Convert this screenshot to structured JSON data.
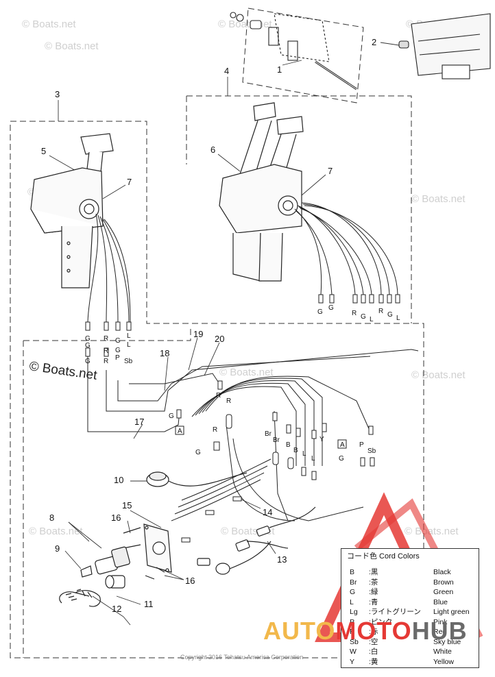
{
  "watermark": "© Boats.net",
  "watermark_main": "© Boats.net",
  "copyright": "Copyright 2016 Tohatsu America Corporation",
  "callouts": {
    "p1": "1",
    "p2": "2",
    "p3": "3",
    "p4": "4",
    "p5": "5",
    "p6": "6",
    "p7a": "7",
    "p7b": "7",
    "p8": "8",
    "p9": "9",
    "p10": "10",
    "p11": "11",
    "p12": "12",
    "p13": "13",
    "p14": "14",
    "p15": "15",
    "p16a": "16",
    "p16b": "16",
    "p17": "17",
    "p18": "18",
    "p19": "19",
    "p20": "20"
  },
  "wire_labels": {
    "single": [
      "G",
      "R",
      "G",
      "L"
    ],
    "dual": [
      "G",
      "G",
      "R",
      "G",
      "L",
      "R",
      "G",
      "L"
    ],
    "harness_left": [
      "G",
      "G",
      "R",
      "R",
      "G",
      "P",
      "L",
      "Sb"
    ],
    "mid": [
      "R",
      "R",
      "R",
      "G",
      "G"
    ],
    "center": [
      "Br",
      "Br",
      "B",
      "B",
      "L",
      "L",
      "Y"
    ],
    "right": [
      "G",
      "P",
      "Sb"
    ],
    "box_a": "A"
  },
  "legend": {
    "title": "コード色 Cord Colors",
    "rows": [
      {
        "code": "B",
        "jp": ":黒",
        "en": "Black"
      },
      {
        "code": "Br",
        "jp": ":茶",
        "en": "Brown"
      },
      {
        "code": "G",
        "jp": ":緑",
        "en": "Green"
      },
      {
        "code": "L",
        "jp": ":青",
        "en": "Blue"
      },
      {
        "code": "Lg",
        "jp": ":ライトグリーン",
        "en": "Light green"
      },
      {
        "code": "P",
        "jp": ":ピンク",
        "en": "Pink"
      },
      {
        "code": "R",
        "jp": ":赤",
        "en": "Red"
      },
      {
        "code": "Sb",
        "jp": ":空",
        "en": "Sky  blue"
      },
      {
        "code": "W",
        "jp": ":白",
        "en": "White"
      },
      {
        "code": "Y",
        "jp": ":黄",
        "en": "Yellow"
      }
    ]
  },
  "brand": {
    "part1": "AUTO",
    "part2": "MOTO",
    "part3": "HUB"
  },
  "colors": {
    "line": "#2a2a2a",
    "brand_red": "#e53935",
    "brand_orange": "#f2b84b",
    "watermark": "#cfcfcf"
  }
}
